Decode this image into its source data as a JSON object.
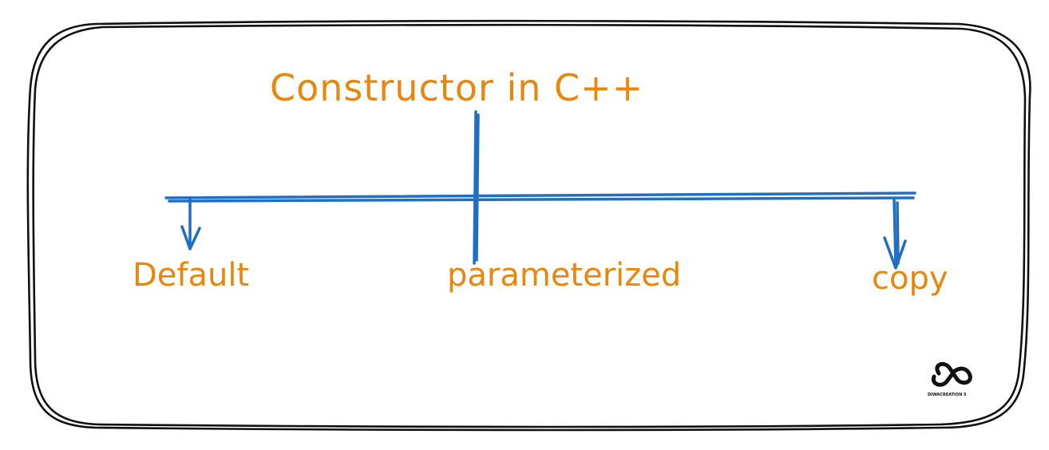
{
  "diagram": {
    "title": "Constructor in C++",
    "nodes": [
      {
        "label": "Default"
      },
      {
        "label": "parameterized"
      },
      {
        "label": "copy"
      }
    ],
    "colors": {
      "text": "#e8870e",
      "connectors": "#1f6fc2",
      "frame": "#111111"
    }
  },
  "watermark": {
    "icon": "infinity-logo-icon",
    "text": "DIWACREATION S"
  }
}
